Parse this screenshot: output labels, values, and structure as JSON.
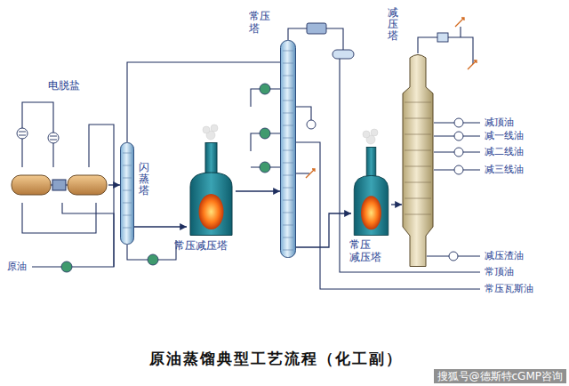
{
  "diagram": {
    "title": "原油蒸馏典型工艺流程（化工副）",
    "nodes": [
      {
        "text": [
          "电脱盐"
        ]
      },
      {
        "text": [
          "闪蒸塔"
        ]
      },
      {
        "text": [
          "常压减压塔"
        ]
      },
      {
        "text": [
          "常压 塔"
        ]
      },
      {
        "text": [
          "常压 减压塔"
        ]
      },
      {
        "text": [
          "减压塔"
        ]
      }
    ],
    "edges": [
      {
        "from": 0,
        "to": 1,
        "arrow": "to"
      },
      {
        "from": 1,
        "to": 2,
        "arrow": "to"
      },
      {
        "from": 2,
        "to": 3,
        "arrow": "to"
      },
      {
        "from": 3,
        "to": 4,
        "arrow": "to"
      },
      {
        "from": 4,
        "to": 5,
        "arrow": "to"
      }
    ],
    "labels": [
      "原油",
      "减顶油",
      "减一线油",
      "减二线油",
      "减三线油",
      "减压渣油",
      "常顶油",
      "常压瓦斯油",
      "搜狐号@德斯特cGMP咨询"
    ]
  }
}
